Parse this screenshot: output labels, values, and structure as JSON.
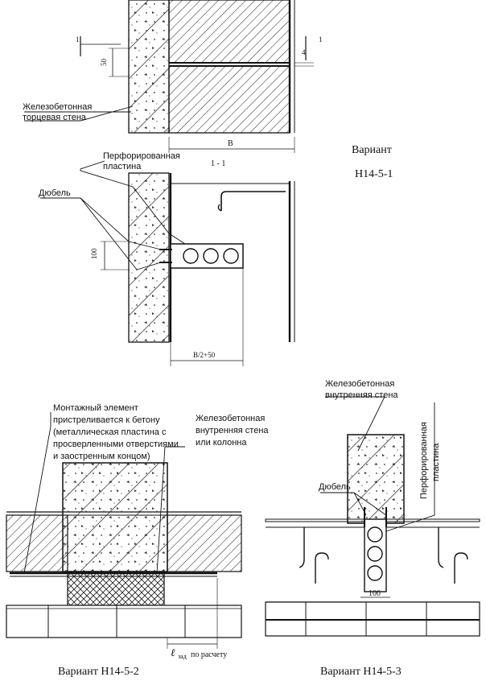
{
  "top": {
    "label_wall": [
      "Железобетонная",
      "торцевая стена"
    ],
    "label_plate": [
      "Перфорированная",
      "пластина"
    ],
    "label_dowel": "Дюбель",
    "section_mark": "1 - 1",
    "dim_b": "B",
    "dim_half_b": "B/2+50",
    "dim_100": "100",
    "dim_50": "50",
    "dim_4": "4",
    "cut_mark": "1",
    "variant": [
      "Вариант",
      "Н14-5-1"
    ]
  },
  "left": {
    "label_mount": [
      "Монтажный элемент",
      "пристреливается к бетону",
      "(металлическая пластина с",
      "просверленными отверстиями",
      "и заостренным концом)"
    ],
    "label_wall": [
      "Железобетонная",
      "внутренняя стена",
      "или колонна"
    ],
    "dim_lzad": "ℓ",
    "dim_lzad_sub": "зад",
    "dim_lzad_rest": "по расчету",
    "variant": "Вариант Н14-5-2"
  },
  "right": {
    "label_wall": [
      "Железобетонная",
      "внутренняя стена"
    ],
    "label_plate": [
      "Перфорированная",
      "пластина"
    ],
    "label_dowel": "Дюбель",
    "dim_100": "100",
    "variant": "Вариант Н14-5-3"
  }
}
